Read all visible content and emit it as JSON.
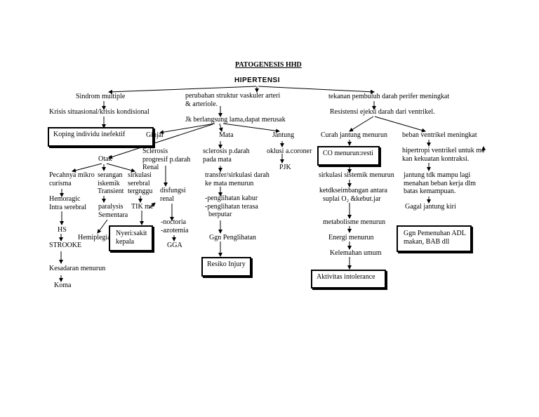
{
  "title": "PATOGENESIS  HHD",
  "root": "HIPERTENSI",
  "left": {
    "sindrom": "Sindrom multiple",
    "krisis": "Krisis situasional/krisis kondisional",
    "koping": "Koping individu inefektif",
    "otak": "Otak",
    "pecahnya": "Pecahnya mikro\ncurisma",
    "serangan": "serangan\niskemik\nTransient",
    "sirkulasi_serebral": "sirkulasi\nserebral\ntergnggu",
    "hemoragic": "Hemoragic\nIntra serebral",
    "paralysis": "paralysis\nSementara",
    "tik": "TIK me",
    "hs": "HS",
    "strooke": "STROOKE",
    "hemiplegia": "Hemiplegia",
    "nyeri": "Nyeri:sakit\nkepala",
    "kesadaran": "Kesadaran menurun",
    "koma": "Koma"
  },
  "middle": {
    "perubahan": "perubahan struktur vaskuler arteri\n& arteriole.",
    "jk": "Jk berlangsung lama,dapat merusak",
    "ginjal": "Ginjal",
    "mata": "Mata",
    "jantung": "Jantung",
    "sclerosis_renal": "Sclerosis\nprogresif p.darah\nRenal",
    "disfungsi": "disfungsi\nrenal",
    "noctoria": "-noctoria\n-azotemia",
    "gga": "GGA",
    "sclerosis_mata": "sclerosis p.darah\npada mata",
    "transfer": "transfer/sirkulasi darah\nke mata menurun",
    "penglihatan": "-penglihatan kabur\n-penglihatan terasa\n  berputar",
    "ggn": "Ggn Penglihatan",
    "resiko": "Resiko Injury",
    "oklusi": "oklusi a.coroner",
    "pjk": "PJK"
  },
  "right": {
    "tekanan": "tekanan pembuluh darah perifer meningkat",
    "resistensi": "Resistensi ejeksi darah dari ventrikel.",
    "curah": "Curah jantung menurun",
    "beban": "beban ventrikel meningkat",
    "co": "CO menurun:resti",
    "hipertropi": "hipertropi ventrikel untuk me\nkan kekuatan kontraksi.",
    "sirkulasi_sistemik": "sirkulasi sistemik menurun",
    "ketdk": "ketdkseimbangan antara\n  suplai O₂ &kebut.jar",
    "metabolisme": "metabolisme menurun",
    "energi": "Energi menurun",
    "kelemahan": "Kelemahan umum",
    "aktivitas": "Aktivitas intolerance",
    "jantung_tdk": "jantung tdk mampu lagi\nmenahan beban kerja dlm\nbatas kemampuan.",
    "gagal": "Gagal jantung kiri",
    "ggn_adl": "Ggn Pemenuhan ADL\nmakan, BAB dll"
  }
}
